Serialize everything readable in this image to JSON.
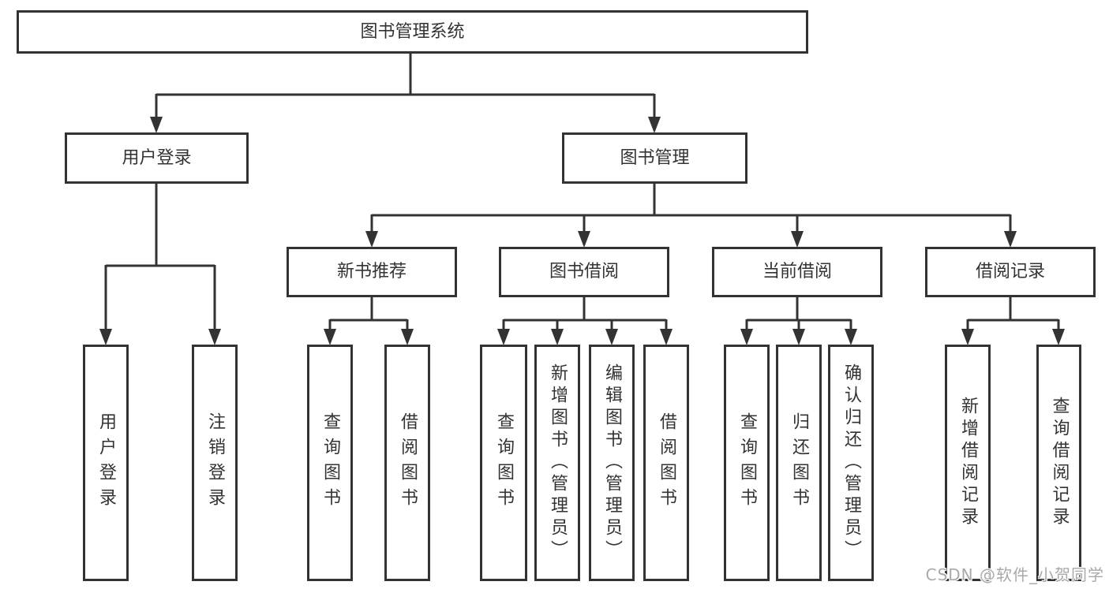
{
  "root": {
    "label": "图书管理系统"
  },
  "level2": [
    {
      "id": "user-login",
      "label": "用户登录"
    },
    {
      "id": "book-management",
      "label": "图书管理"
    }
  ],
  "level3": [
    {
      "id": "new-book-recommend",
      "label": "新书推荐",
      "parent": "图书管理"
    },
    {
      "id": "book-borrowing",
      "label": "图书借阅",
      "parent": "图书管理"
    },
    {
      "id": "current-borrowing",
      "label": "当前借阅",
      "parent": "图书管理"
    },
    {
      "id": "borrowing-records",
      "label": "借阅记录",
      "parent": "图书管理"
    }
  ],
  "leaves": {
    "user_login": [
      "用户登录",
      "注销登录"
    ],
    "new_book_recommend": [
      "查询图书",
      "借阅图书"
    ],
    "book_borrowing": [
      "查询图书",
      "新增图书（管理员）",
      "编辑图书（管理员）",
      "借阅图书"
    ],
    "current_borrowing": [
      "查询图书",
      "归还图书",
      "确认归还（管理员）"
    ],
    "borrowing_records": [
      "新增借阅记录",
      "查询借阅记录"
    ]
  },
  "watermark": "CSDN @软件_小贺同学",
  "colors": {
    "line": "#333333",
    "border": "#333333",
    "text": "#333333",
    "background": "#ffffff",
    "watermark": "#a9a9a9"
  }
}
